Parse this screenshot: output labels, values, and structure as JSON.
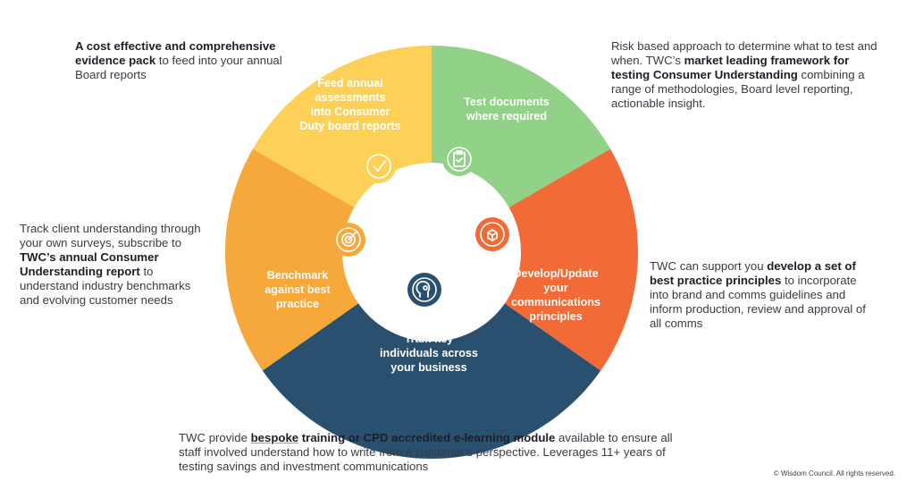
{
  "segments": {
    "feed": {
      "lines": [
        "Feed annual",
        "assessments",
        "into  Consumer",
        "Duty board reports"
      ],
      "color": "#fdd058",
      "icon": "check-circle-icon"
    },
    "test": {
      "lines": [
        "Test documents",
        "where required"
      ],
      "color": "#92d188",
      "icon": "clipboard-icon"
    },
    "develop": {
      "lines": [
        "Develop/Update",
        "your",
        "communications",
        "principles"
      ],
      "color": "#f26a35",
      "icon": "gear-box-icon"
    },
    "train": {
      "lines": [
        "Train key",
        "individuals across",
        "your business"
      ],
      "color": "#29506e",
      "icon": "head-person-icon"
    },
    "benchmark": {
      "lines": [
        "Benchmark",
        "against best",
        "practice"
      ],
      "color": "#f6a83a",
      "icon": "target-icon"
    }
  },
  "callouts": {
    "top_left": {
      "bold": "A cost effective and comprehensive evidence pack",
      "rest": " to feed into your annual Board reports"
    },
    "top_right": {
      "pre": "Risk based approach to determine what to test and when. TWC’s ",
      "bold": "market leading framework for testing Consumer Understanding",
      "post": " combining a range of methodologies, Board level reporting, actionable insight."
    },
    "left": {
      "pre": "Track client understanding through your own surveys, subscribe to ",
      "bold": "TWC’s annual Consumer Understanding report",
      "post": " to understand industry benchmarks and evolving customer needs"
    },
    "right": {
      "pre": "TWC can support you ",
      "bold": "develop a set of best practice principles",
      "post": " to incorporate into brand and comms guidelines and inform production, review and approval of all comms"
    },
    "bottom": {
      "pre": "TWC provide ",
      "bold_u": "bespoke",
      "bold": " training or CPD accredited e-learning module",
      "post": " available to ensure all staff involved understand how to write from a customer’s perspective. Leverages 11+ years of testing savings and investment communications"
    }
  },
  "footer": {
    "copyright": "© Wisdom Council. All rights reserved."
  }
}
